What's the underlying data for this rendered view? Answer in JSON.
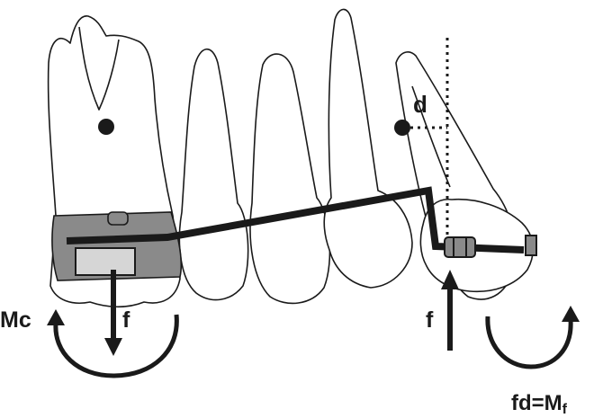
{
  "labels": {
    "d": "d",
    "mc": "Mc",
    "f_left": "f",
    "f_right": "f",
    "equation_main": "fd=M",
    "equation_sub": "f"
  },
  "colors": {
    "ink": "#1a1a1a",
    "bracket_band": "#8a8a8a",
    "bracket_light": "#d6d6d6",
    "background": "#ffffff"
  }
}
